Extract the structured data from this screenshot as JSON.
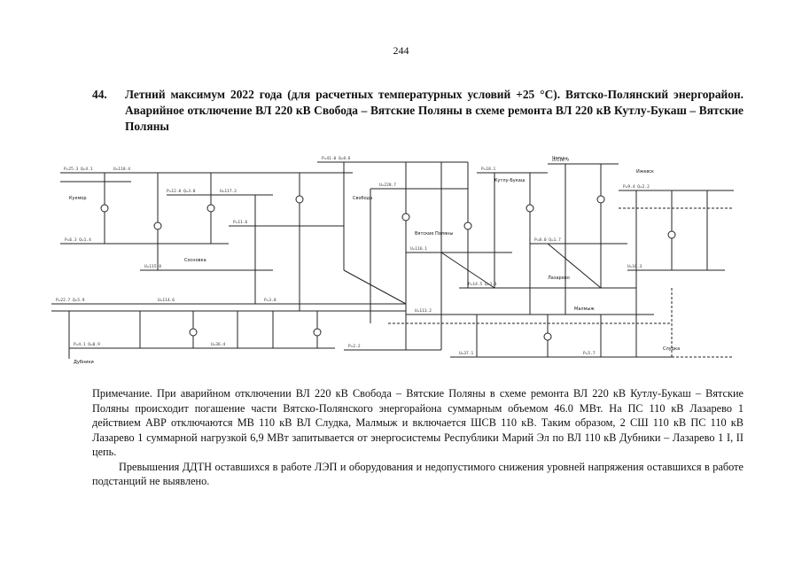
{
  "page_number": "244",
  "heading": {
    "number": "44.",
    "text": "Летний максимум 2022 года (для расчетных температурных условий +25 °С). Вятско-Полянский энергорайон. Аварийное отключение ВЛ 220 кВ Свобода – Вятские Поляны в схеме ремонта ВЛ 220 кВ Кутлу-Букаш – Вятские Поляны"
  },
  "diagram": {
    "labels": [
      "Свобода",
      "Вятские Поляны",
      "Кутлу-Букаш",
      "Лазарево",
      "Малмыж",
      "Слудка",
      "Дубники",
      "Чепцы",
      "Ижевск",
      "Сосновка",
      "Кукмор"
    ]
  },
  "note": {
    "paragraph1": "Примечание. При аварийном отключении ВЛ 220 кВ Свобода – Вятские Поляны в схеме ремонта ВЛ 220 кВ Кутлу-Букаш – Вятские Поляны происходит погашение части Вятско-Полянского энергорайона суммарным объемом 46.0 МВт. На ПС 110 кВ Лазарево 1 действием АВР отключаются МВ 110 кВ ВЛ Слудка, Малмыж и включается ШСВ 110 кВ. Таким образом, 2 СШ 110 кВ ПС 110 кВ Лазарево 1 суммарной нагрузкой 6,9 МВт запитывается от энергосистемы Республики Марий Эл по ВЛ 110 кВ Дубники – Лазарево 1 I, II цепь.",
    "paragraph2": "Превышения ДДТН оставшихся в работе ЛЭП и оборудования и недопустимого снижения уровней напряжения оставшихся в работе подстанций не выявлено."
  }
}
